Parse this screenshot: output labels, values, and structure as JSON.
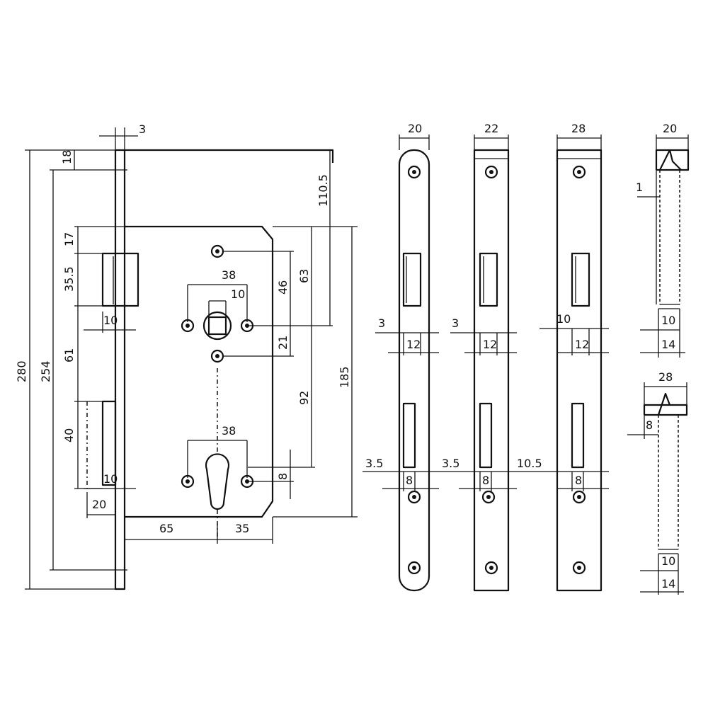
{
  "dims": {
    "faceplate_thickness": "3",
    "top_offset": "18",
    "total_height": "280",
    "fixing_distance": "254",
    "upper_170": "17",
    "latch_height": "35.5",
    "latch_spacing": "61",
    "bolt_height": "40",
    "latch_projection": "10",
    "bolt_projection": "10",
    "bolt_width": "20",
    "backset": "65",
    "front_to_cyl": "35",
    "handle_spread": "38",
    "spindle": "10",
    "cyl_spread": "38",
    "h_1105": "110.5",
    "h_46": "46",
    "h_63": "63",
    "h_21": "21",
    "h_92": "92",
    "h_185": "185",
    "cyl_8": "8"
  },
  "views": {
    "fp1": {
      "width": "20",
      "off_a": "3",
      "latch_w": "12",
      "off_b": "3.5",
      "bolt_w": "8"
    },
    "fp2": {
      "width": "22",
      "off_a": "3",
      "latch_w": "12",
      "off_b": "3.5",
      "bolt_w": "8"
    },
    "fp3": {
      "width": "28",
      "off_a": "10",
      "latch_w": "12",
      "off_b": "10.5",
      "bolt_w": "8"
    },
    "side1": {
      "width": "20",
      "gap": "1",
      "inner": "10",
      "outer": "14"
    },
    "side2": {
      "width": "28",
      "gap": "8",
      "inner": "10",
      "outer": "14"
    }
  }
}
